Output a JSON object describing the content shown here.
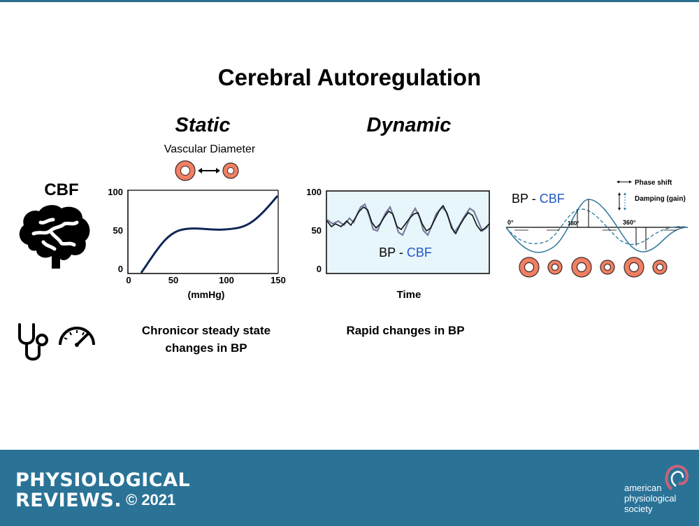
{
  "title": "Cerebral Autoregulation",
  "sections": {
    "static": "Static",
    "dynamic": "Dynamic"
  },
  "cbf_label": "CBF",
  "vascular_diameter": "Vascular Diameter",
  "static_chart": {
    "x_label": "(mmHg)",
    "y_ticks": [
      "100",
      "50",
      "0"
    ],
    "x_ticks": [
      "0",
      "50",
      "100",
      "150"
    ],
    "caption_line1": "Chronicor steady state",
    "caption_line2": "changes in BP"
  },
  "dynamic_chart": {
    "x_label": "Time",
    "y_ticks": [
      "100",
      "50",
      "0"
    ],
    "legend_bp": "BP",
    "legend_sep": "-",
    "legend_cbf": "CBF",
    "caption": "Rapid changes in BP"
  },
  "phase_diagram": {
    "legend_bp": "BP",
    "legend_sep": "-",
    "legend_cbf": "CBF",
    "phase_shift": "Phase shift",
    "damping": "Damping (gain)",
    "deg_0": "0°",
    "deg_180": "180°",
    "deg_360": "360°"
  },
  "colors": {
    "static_curve": "#0f2657",
    "dynamic_bg": "#e6f6fb",
    "bp_trace": "#111111",
    "cbf_trace": "#77799c",
    "sine": "#3a7ea0",
    "vessel": "#f07f63",
    "footer": "#2a7397",
    "accent_blue": "#1f57c3"
  },
  "footer": {
    "journal_line1": "PHYSIOLOGICAL",
    "journal_line2": "REVIEWS.",
    "copyright": "© 2021",
    "society_line1": "american",
    "society_line2": "physiological",
    "society_line3": "society"
  }
}
